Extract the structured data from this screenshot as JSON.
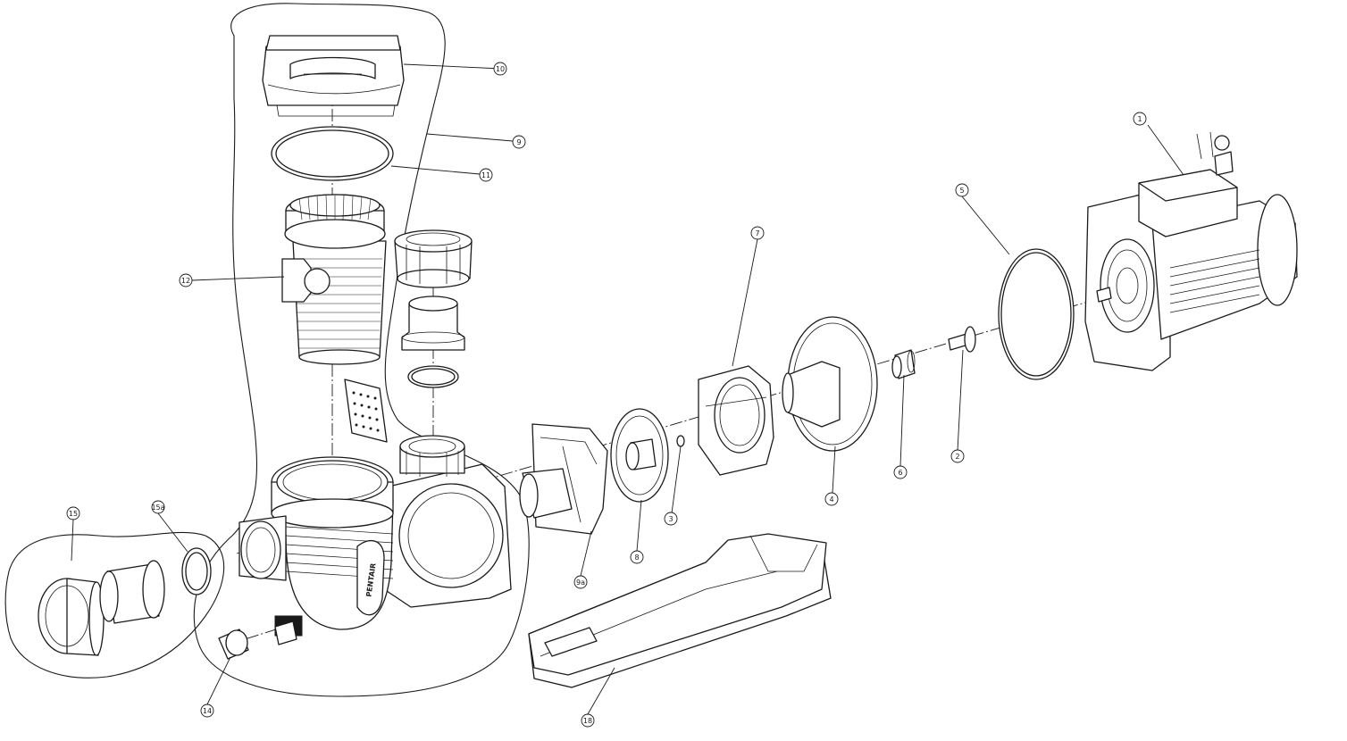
{
  "diagram": {
    "callouts": [
      {
        "id": "c1",
        "label": "1"
      },
      {
        "id": "c2",
        "label": "2"
      },
      {
        "id": "c3",
        "label": "3"
      },
      {
        "id": "c4",
        "label": "4"
      },
      {
        "id": "c5",
        "label": "5"
      },
      {
        "id": "c6",
        "label": "6"
      },
      {
        "id": "c7",
        "label": "7"
      },
      {
        "id": "c8",
        "label": "8"
      },
      {
        "id": "c9",
        "label": "9"
      },
      {
        "id": "c9a",
        "label": "9a"
      },
      {
        "id": "c10",
        "label": "10"
      },
      {
        "id": "c11",
        "label": "11"
      },
      {
        "id": "c12",
        "label": "12"
      },
      {
        "id": "c14",
        "label": "14"
      },
      {
        "id": "c15",
        "label": "15"
      },
      {
        "id": "c15a",
        "label": "15a"
      },
      {
        "id": "c18",
        "label": "18"
      }
    ],
    "brand_logo_text": "PENTAIR"
  }
}
